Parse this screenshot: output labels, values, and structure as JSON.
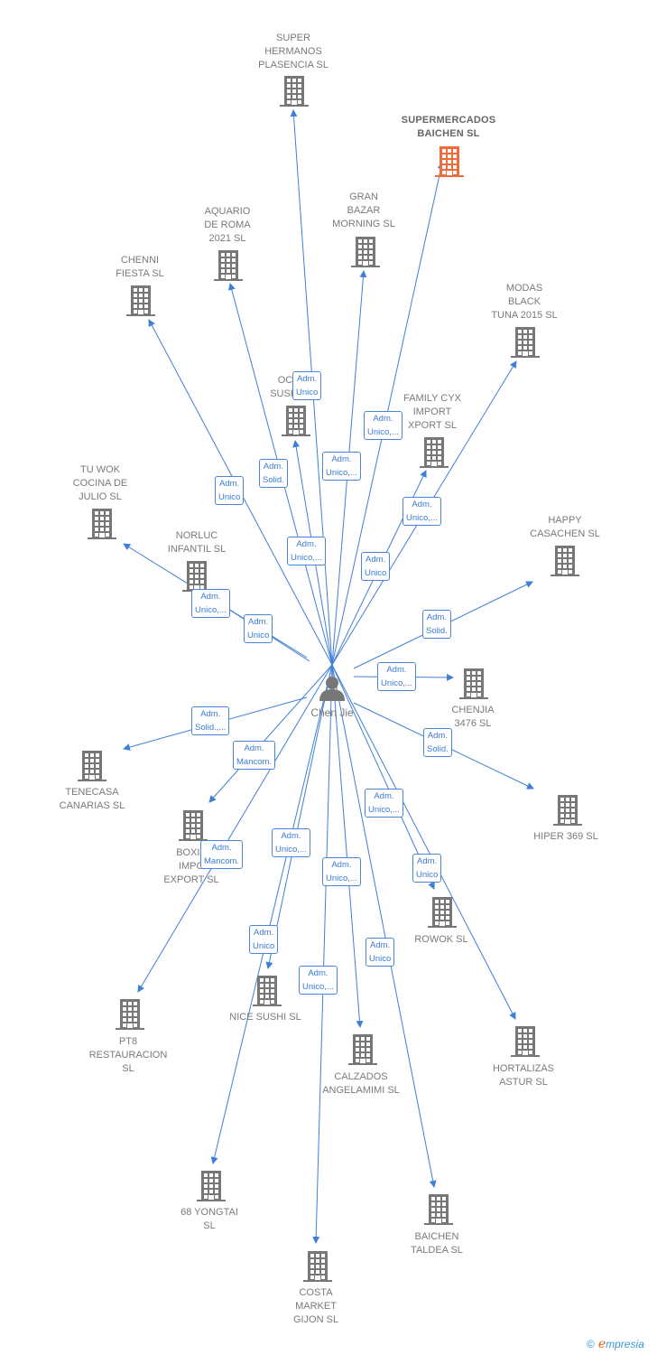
{
  "person": {
    "name": "Chen Jie"
  },
  "companies": [
    {
      "id": "super-hermanos",
      "lines": [
        "SUPER",
        "HERMANOS",
        "PLASENCIA SL"
      ]
    },
    {
      "id": "supermercados-baichen",
      "lines": [
        "SUPERMERCADOS",
        "BAICHEN  SL"
      ],
      "highlight": true
    },
    {
      "id": "gran-bazar",
      "lines": [
        "GRAN",
        "BAZAR",
        "MORNING  SL"
      ]
    },
    {
      "id": "aquario",
      "lines": [
        "AQUARIO",
        "DE ROMA",
        "2021  SL"
      ]
    },
    {
      "id": "chenni",
      "lines": [
        "CHENNI",
        "FIESTA SL"
      ]
    },
    {
      "id": "modas-black",
      "lines": [
        "MODAS",
        "BLACK",
        "TUNA 2015  SL"
      ]
    },
    {
      "id": "oc-sushi",
      "lines": [
        "OC",
        "SUSHI"
      ]
    },
    {
      "id": "family-cyx",
      "lines": [
        "FAMILY CYX",
        "IMPORT",
        "XPORT  SL"
      ]
    },
    {
      "id": "tu-wok",
      "lines": [
        "TU WOK",
        "COCINA DE",
        "JULIO  SL"
      ]
    },
    {
      "id": "norluc",
      "lines": [
        "NORLUC",
        "INFANTIL SL"
      ]
    },
    {
      "id": "happy",
      "lines": [
        "HAPPY",
        "CASACHEN  SL"
      ]
    },
    {
      "id": "chenjia",
      "lines": [
        "CHENJIA",
        "3476  SL"
      ]
    },
    {
      "id": "tenecasa",
      "lines": [
        "TENECASA",
        "CANARIAS SL"
      ]
    },
    {
      "id": "hiper369",
      "lines": [
        "HIPER 369  SL"
      ]
    },
    {
      "id": "boxia",
      "lines": [
        "BOXIA",
        "IMPO",
        "EXPORT SL"
      ]
    },
    {
      "id": "rowok",
      "lines": [
        "ROWOK  SL"
      ]
    },
    {
      "id": "pt8",
      "lines": [
        "PT8",
        "RESTAURACION",
        "SL"
      ]
    },
    {
      "id": "nice-sushi",
      "lines": [
        "NICE SUSHI  SL"
      ]
    },
    {
      "id": "calzados",
      "lines": [
        "CALZADOS",
        "ANGELAMIMI SL"
      ]
    },
    {
      "id": "hortalizas",
      "lines": [
        "HORTALIZAS",
        "ASTUR  SL"
      ]
    },
    {
      "id": "68-yongtai",
      "lines": [
        "68 YONGTAI",
        "SL"
      ]
    },
    {
      "id": "baichen-taldea",
      "lines": [
        "BAICHEN",
        "TALDEA  SL"
      ]
    },
    {
      "id": "costa-market",
      "lines": [
        "COSTA",
        "MARKET",
        "GIJON  SL"
      ]
    }
  ],
  "relations": [
    {
      "target": "super-hermanos",
      "lines": [
        "Adm.",
        "Unico"
      ]
    },
    {
      "target": "supermercados-baichen",
      "lines": [
        "Adm.",
        "Unico,..."
      ]
    },
    {
      "target": "gran-bazar",
      "lines": [
        "Adm.",
        "Unico,..."
      ]
    },
    {
      "target": "aquario",
      "lines": [
        "Adm.",
        "Solid."
      ]
    },
    {
      "target": "chenni",
      "lines": [
        "Adm.",
        "Unico"
      ]
    },
    {
      "target": "oc-sushi",
      "lines": [
        "Adm.",
        "Unico,..."
      ]
    },
    {
      "target": "family-cyx",
      "lines": [
        "Adm.",
        "Unico,..."
      ]
    },
    {
      "target": "modas-black",
      "lines": [
        "Adm.",
        "Unico"
      ]
    },
    {
      "target": "tu-wok",
      "lines": [
        "Adm.",
        "Unico,..."
      ]
    },
    {
      "target": "norluc",
      "lines": [
        "Adm.",
        "Unico"
      ]
    },
    {
      "target": "happy",
      "lines": [
        "Adm.",
        "Solid."
      ]
    },
    {
      "target": "chenjia",
      "lines": [
        "Adm.",
        "Unico,..."
      ]
    },
    {
      "target": "tenecasa",
      "lines": [
        "Adm.",
        "Solid.,..."
      ]
    },
    {
      "target": "hiper369",
      "lines": [
        "Adm.",
        "Solid."
      ]
    },
    {
      "target": "boxia",
      "lines": [
        "Adm.",
        "Mancom."
      ]
    },
    {
      "target": "pt8",
      "lines": [
        "Adm.",
        "Mancom."
      ]
    },
    {
      "target": "rowok",
      "lines": [
        "Adm.",
        "Unico,..."
      ]
    },
    {
      "target": "hortalizas",
      "lines": [
        "Adm.",
        "Unico"
      ]
    },
    {
      "target": "nice-sushi",
      "lines": [
        "Adm.",
        "Unico,..."
      ]
    },
    {
      "target": "calzados",
      "lines": [
        "Adm.",
        "Unico,..."
      ]
    },
    {
      "target": "68-yongtai",
      "lines": [
        "Adm.",
        "Unico"
      ]
    },
    {
      "target": "baichen-taldea",
      "lines": [
        "Adm.",
        "Unico"
      ]
    },
    {
      "target": "costa-market",
      "lines": [
        "Adm.",
        "Unico,..."
      ]
    }
  ],
  "colors": {
    "edge": "#3f7fd6",
    "building": "#777777",
    "building_highlight": "#f06a3c",
    "person": "#777777"
  },
  "footer": {
    "copyright": "©",
    "brand_initial": "e",
    "brand_rest": "mpresia"
  }
}
